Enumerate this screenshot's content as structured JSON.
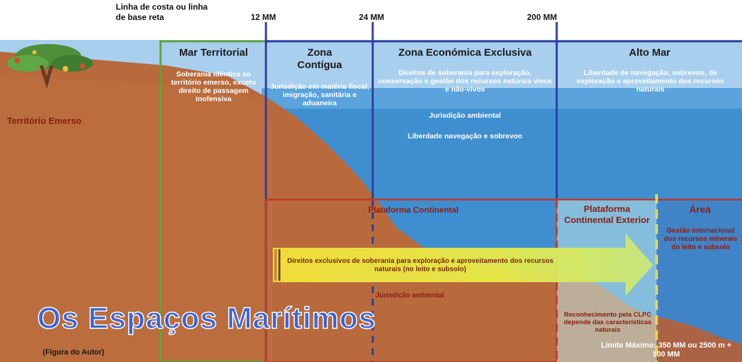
{
  "colors": {
    "land": "#b86a3c",
    "sea": "#3f8fd0",
    "sky": "#9fc8ea",
    "line_green": "#5aa53a",
    "line_blue": "#2b3f9e",
    "line_red": "#c0392b",
    "arrow": "#e6ea4a",
    "title": "#3a64d8"
  },
  "header": {
    "baseline_label": "Linha de costa ou linha de base reta",
    "mm12": "12 MM",
    "mm24": "24 MM",
    "mm200": "200 MM"
  },
  "zones": {
    "territorial": {
      "title": "Mar Territorial",
      "desc": "Soberania idêntica ao território emerso, exceto direito de passagem inofensiva"
    },
    "contigua": {
      "title": "Zona Contígua",
      "desc": "Jurisdição em matéria fiscal, imigração, sanitária e aduaneira"
    },
    "zee": {
      "title": "Zona Económica Exclusiva",
      "desc": "Direitos de soberania para exploração, conservação e gestão dos recursos naturais vivos e não-vivos",
      "ambiental": "Jurisdição ambiental",
      "navegacao": "Liberdade navegação e sobrevoo"
    },
    "alto_mar": {
      "title": "Alto Mar",
      "desc": "Liberdade de navegação, sobrevoo, de exploração e aproveitamento dos recursos naturais"
    }
  },
  "land_label": "Território Emerso",
  "shelf": {
    "title": "Plataforma Continental",
    "arrow_text": "Direitos exclusivos de soberania para exploração e aproveitamento dos recursos naturais (no leito e subsolo)",
    "ambiental": "Jurisdição ambiental"
  },
  "exterior": {
    "title": "Plataforma Continental Exterior",
    "note": "Reconhecimento pela CLPC depende das características naturais",
    "limit": "Limite Máximo: 350 MM ou 2500 m + 100 MM"
  },
  "area": {
    "title": "Área",
    "desc": "Gestão internacional dos recursos minerais do leito e subsolo"
  },
  "main_title": "Os Espaços Marítimos",
  "credit": "(Figura do Autor)"
}
